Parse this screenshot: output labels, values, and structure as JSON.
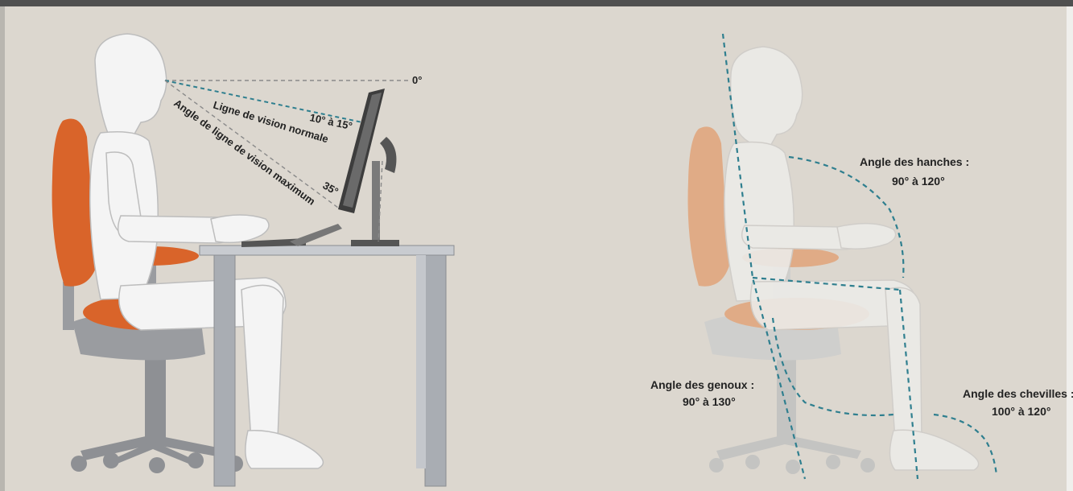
{
  "labels": {
    "zero_deg": "0°",
    "normal_range": "10° à 15°",
    "normal_line": "Ligne de vision normale",
    "max_line": "Angle de ligne de vision maximum",
    "max_deg": "35°",
    "hips_title": "Angle des hanches :",
    "hips_range": "90° à 120°",
    "knees_title": "Angle des genoux :",
    "knees_range": "90° à 130°",
    "ankles_title": "Angle des chevilles :",
    "ankles_range": "100° à 120°"
  },
  "colors": {
    "background": "#dcd7cf",
    "chair_orange": "#d9642a",
    "chair_orange_faded": "#e0ab86",
    "dashed_teal": "#2f7f8f",
    "body_white": "#f3f3f3",
    "desk_grey": "#a9adb3"
  }
}
